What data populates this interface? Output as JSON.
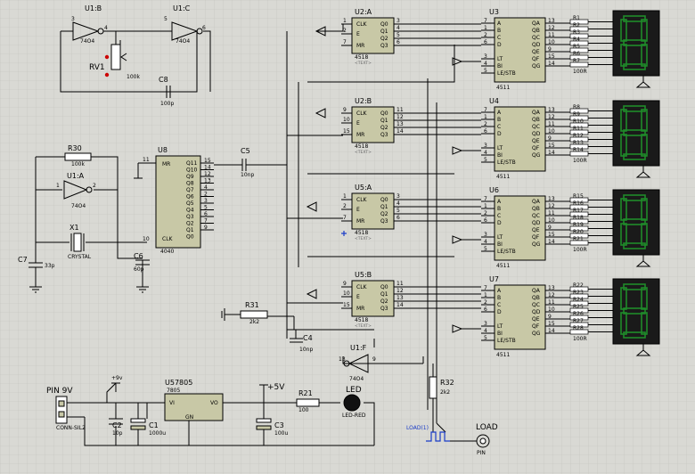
{
  "text_placeholder": "<TEXT>",
  "gates": {
    "u1b": {
      "ref": "U1:B",
      "part": "74O4",
      "pin_in": "3",
      "pin_out": "4"
    },
    "u1c": {
      "ref": "U1:C",
      "part": "74O4",
      "pin_in": "5",
      "pin_out": "6"
    },
    "u1a": {
      "ref": "U1:A",
      "part": "74O4",
      "pin_in": "1",
      "pin_out": "2"
    },
    "u1f": {
      "ref": "U1:F",
      "part": "74O4",
      "pin_in": "13",
      "pin_out": "9"
    }
  },
  "rv1": {
    "ref": "RV1",
    "value": "100k"
  },
  "c8": {
    "ref": "C8",
    "value": "100p"
  },
  "r30": {
    "ref": "R30",
    "value": "100k"
  },
  "x1": {
    "ref": "X1",
    "value": "CRYSTAL"
  },
  "c7": {
    "ref": "C7",
    "value": "33p"
  },
  "c6": {
    "ref": "C6",
    "value": "60p"
  },
  "c5": {
    "ref": "C5",
    "value": "10np"
  },
  "u8": {
    "ref": "U8",
    "part": "4040",
    "pin_mr": "MR",
    "pin_clk": "CLK",
    "pin_mr_num": "11",
    "pin_clk_num": "10",
    "outputs": [
      "Q11",
      "Q10",
      "Q9",
      "Q8",
      "Q7",
      "Q6",
      "Q5",
      "Q4",
      "Q3",
      "Q2",
      "Q1",
      "Q0"
    ],
    "out_pins": [
      "15",
      "14",
      "12",
      "13",
      "4",
      "2",
      "3",
      "5",
      "6",
      "7",
      "9"
    ]
  },
  "ffs": [
    {
      "ref": "U2:A",
      "part": "4518"
    },
    {
      "ref": "U2:B",
      "part": "4518"
    },
    {
      "ref": "U5:A",
      "part": "4518"
    },
    {
      "ref": "U5:B",
      "part": "4518"
    }
  ],
  "ff_pins": {
    "clk": "CLK",
    "e": "E",
    "mr": "MR",
    "q0": "Q0",
    "q1": "Q1",
    "q2": "Q2",
    "q3": "Q3"
  },
  "ff_pin_nums": [
    {
      "left": [
        "1",
        "2",
        "7"
      ],
      "right": [
        "3",
        "4",
        "5",
        "6"
      ]
    },
    {
      "left": [
        "9",
        "10",
        "15"
      ],
      "right": [
        "11",
        "12",
        "13",
        "14"
      ]
    },
    {
      "left": [
        "1",
        "2",
        "7"
      ],
      "right": [
        "3",
        "4",
        "5",
        "6"
      ]
    },
    {
      "left": [
        "9",
        "10",
        "15"
      ],
      "right": [
        "11",
        "12",
        "13",
        "14"
      ]
    }
  ],
  "decoders": [
    {
      "ref": "U3",
      "part": "4511"
    },
    {
      "ref": "U4",
      "part": "4511"
    },
    {
      "ref": "U6",
      "part": "4511"
    },
    {
      "ref": "U7",
      "part": "4511"
    }
  ],
  "dec_pins": {
    "inputs": [
      "A",
      "B",
      "C",
      "D"
    ],
    "controls": [
      "LT",
      "BI",
      "LE/STB"
    ],
    "outputs": [
      "QA",
      "QB",
      "QC",
      "QD",
      "QE",
      "QF",
      "QG"
    ]
  },
  "dec_in_nums": [
    "7",
    "1",
    "2",
    "6",
    "3",
    "4",
    "5"
  ],
  "dec_out_nums": [
    "13",
    "12",
    "11",
    "10",
    "9",
    "15",
    "14"
  ],
  "resistor_packs": [
    {
      "labels": [
        "R1",
        "R2",
        "R3",
        "R4",
        "R5",
        "R6",
        "R7"
      ],
      "value": "100R"
    },
    {
      "labels": [
        "R8",
        "R9",
        "R10",
        "R11",
        "R12",
        "R13",
        "R14"
      ],
      "value": "100R"
    },
    {
      "labels": [
        "R15",
        "R16",
        "R17",
        "R18",
        "R19",
        "R20",
        "R21"
      ],
      "value": "100R"
    },
    {
      "labels": [
        "R22",
        "R23",
        "R24",
        "R25",
        "R26",
        "R27",
        "R28"
      ],
      "value": "100R"
    }
  ],
  "r31": {
    "ref": "R31",
    "value": "2k2"
  },
  "c4": {
    "ref": "C4",
    "value": "10np"
  },
  "r32": {
    "ref": "R32",
    "value": "2k2"
  },
  "power": {
    "pin9v": "PIN 9V",
    "conn": "CONN-SIL2",
    "vplus": "+9v",
    "reg_ref": "U57805",
    "reg_part": "7805",
    "reg_vi": "VI",
    "reg_vo": "VO",
    "reg_gnd": "GN",
    "c2": {
      "ref": "C2",
      "value": "10p"
    },
    "c1": {
      "ref": "C1",
      "value": "1000u"
    },
    "c3": {
      "ref": "C3",
      "value": "100u"
    },
    "v5": "+5V",
    "r21": {
      "ref": "R21",
      "value": "100"
    },
    "led": {
      "ref": "LED",
      "part": "LED-RED"
    }
  },
  "load": {
    "generator": "LOAD(1)",
    "ref": "LOAD",
    "pin": "PIN"
  },
  "colors": {
    "background": "#d9d9d4",
    "grid": "#c2c2bc",
    "chip": "#c8c8a6",
    "display_body": "#1a1a1a",
    "segment": "#1f8a2a",
    "probe": "#1a3cc8",
    "text_placeholder": "#666666"
  }
}
